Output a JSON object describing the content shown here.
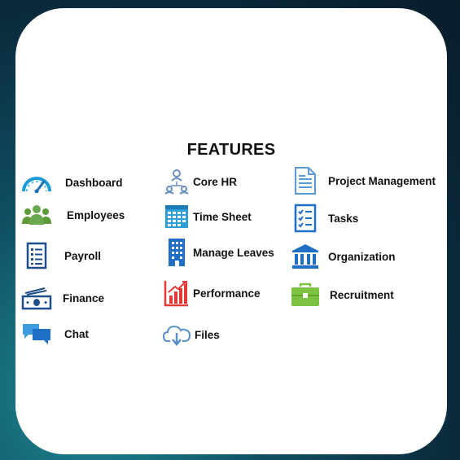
{
  "title": "FEATURES",
  "features": [
    {
      "label": "Dashboard",
      "icon": "gauge-icon"
    },
    {
      "label": "Core HR",
      "icon": "org-people-icon"
    },
    {
      "label": "Project Management",
      "icon": "document-icon"
    },
    {
      "label": "Employees",
      "icon": "people-group-icon"
    },
    {
      "label": "Time Sheet",
      "icon": "calendar-grid-icon"
    },
    {
      "label": "Tasks",
      "icon": "checklist-icon"
    },
    {
      "label": "Payroll",
      "icon": "list-form-icon"
    },
    {
      "label": "Manage Leaves",
      "icon": "building-icon"
    },
    {
      "label": "Organization",
      "icon": "bank-icon"
    },
    {
      "label": "Finance",
      "icon": "money-icon"
    },
    {
      "label": "Performance",
      "icon": "bar-chart-up-icon"
    },
    {
      "label": "Recruitment",
      "icon": "briefcase-icon"
    },
    {
      "label": "Chat",
      "icon": "chat-bubbles-icon"
    },
    {
      "label": "Files",
      "icon": "cloud-download-icon"
    }
  ],
  "colors": {
    "blue": "#1f6fc7",
    "navy": "#1e4f8c",
    "green": "#6aa84f",
    "lime": "#7dc242",
    "red": "#e53935"
  }
}
